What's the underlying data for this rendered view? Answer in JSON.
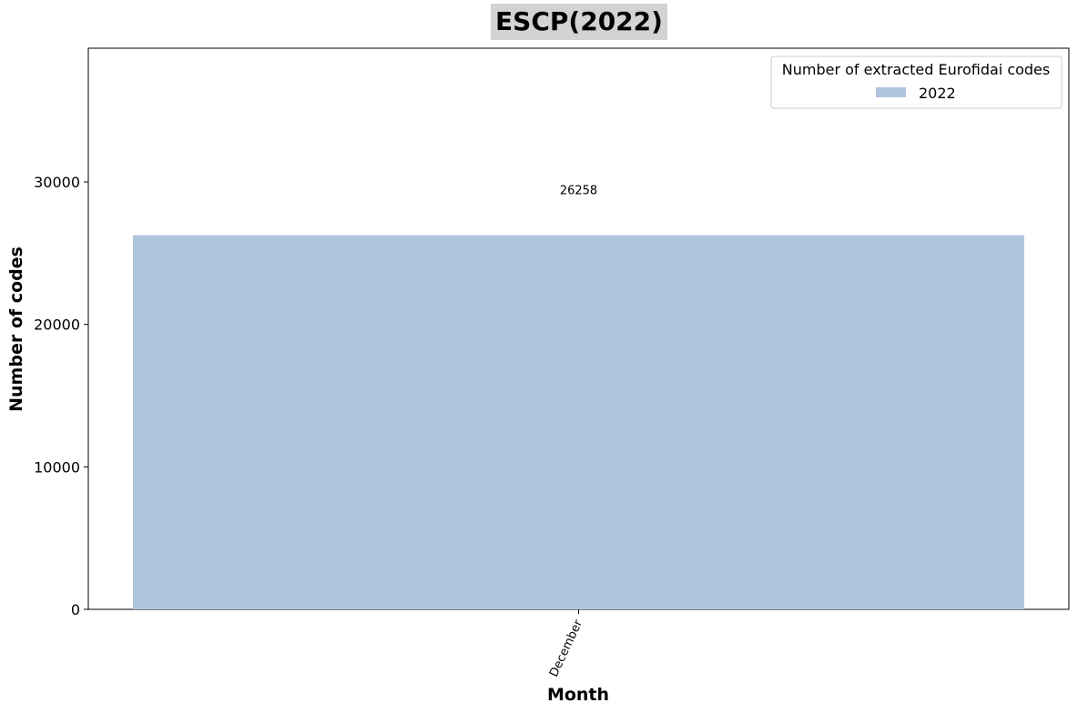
{
  "chart_data": {
    "type": "bar",
    "title": "ESCP(2022)",
    "xlabel": "Month",
    "ylabel": "Number of codes",
    "categories": [
      "December"
    ],
    "series": [
      {
        "name": "2022",
        "values": [
          26258
        ],
        "color": "#b0c4de"
      }
    ],
    "data_labels": [
      "26258"
    ],
    "ylim": [
      0,
      39388
    ],
    "yticks": [
      0,
      10000,
      20000,
      30000
    ],
    "ytick_labels": [
      "0",
      "10000",
      "20000",
      "30000"
    ],
    "xtick_rotation": -65,
    "grid": false,
    "legend": {
      "title": "Number of extracted Eurofidai codes",
      "placement": "top-right"
    },
    "colors": {
      "bar": "#b0c4de",
      "title_background": "#d3d3d3",
      "axis": "#000000"
    }
  }
}
